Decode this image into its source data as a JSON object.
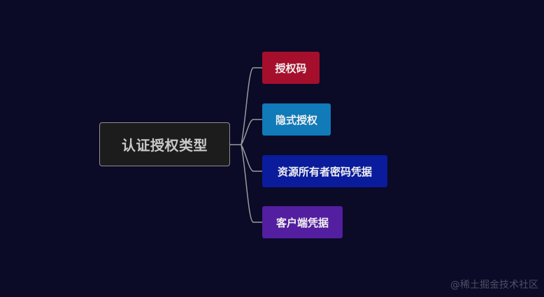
{
  "background_color": "#0b0a27",
  "connector_color": "#9a9a9a",
  "root": {
    "label": "认证授权类型",
    "fill_color": "#1c1c1d",
    "border_color": "#8f8f8f"
  },
  "children": [
    {
      "label": "授权码",
      "color": "#a50f2c"
    },
    {
      "label": "隐式授权",
      "color": "#117ab8"
    },
    {
      "label": "资源所有者密码凭据",
      "color": "#0a1c9c"
    },
    {
      "label": "客户端凭据",
      "color": "#531ea0"
    }
  ],
  "watermark": "@稀土掘金技术社区"
}
